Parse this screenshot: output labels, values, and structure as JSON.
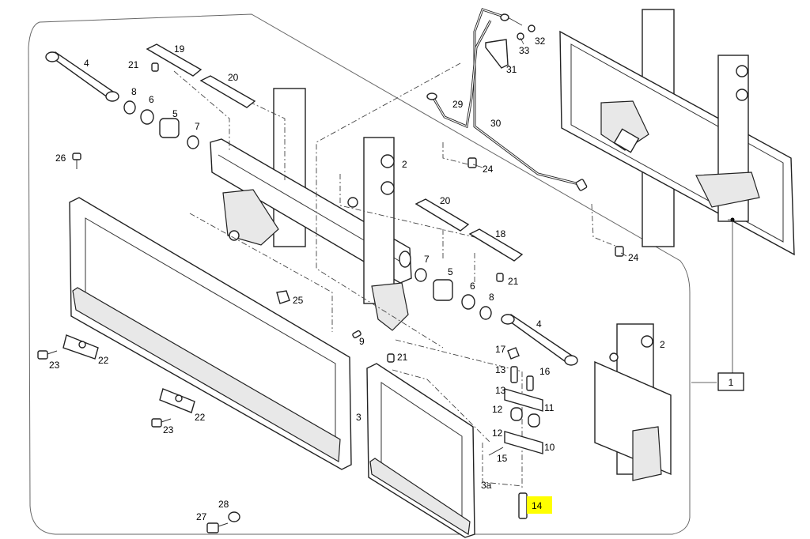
{
  "assembly_label": "1",
  "highlight_color": "#ffff00",
  "callouts": {
    "c2a": "2",
    "c2b": "2",
    "c3": "3",
    "c3a": "3a",
    "c4a": "4",
    "c4b": "4",
    "c5a": "5",
    "c5b": "5",
    "c6a": "6",
    "c6b": "6",
    "c7a": "7",
    "c7b": "7",
    "c8a": "8",
    "c8b": "8",
    "c9": "9",
    "c10": "10",
    "c11": "11",
    "c12a": "12",
    "c12b": "12",
    "c13a": "13",
    "c13b": "13",
    "c14": "14",
    "c15": "15",
    "c16": "16",
    "c17": "17",
    "c18": "18",
    "c19": "19",
    "c20a": "20",
    "c20b": "20",
    "c21a": "21",
    "c21b": "21",
    "c21c": "21",
    "c22a": "22",
    "c22b": "22",
    "c23a": "23",
    "c23b": "23",
    "c24a": "24",
    "c24b": "24",
    "c25": "25",
    "c26": "26",
    "c27": "27",
    "c28": "28",
    "c29": "29",
    "c30": "30",
    "c31": "31",
    "c32": "32",
    "c33": "33"
  }
}
